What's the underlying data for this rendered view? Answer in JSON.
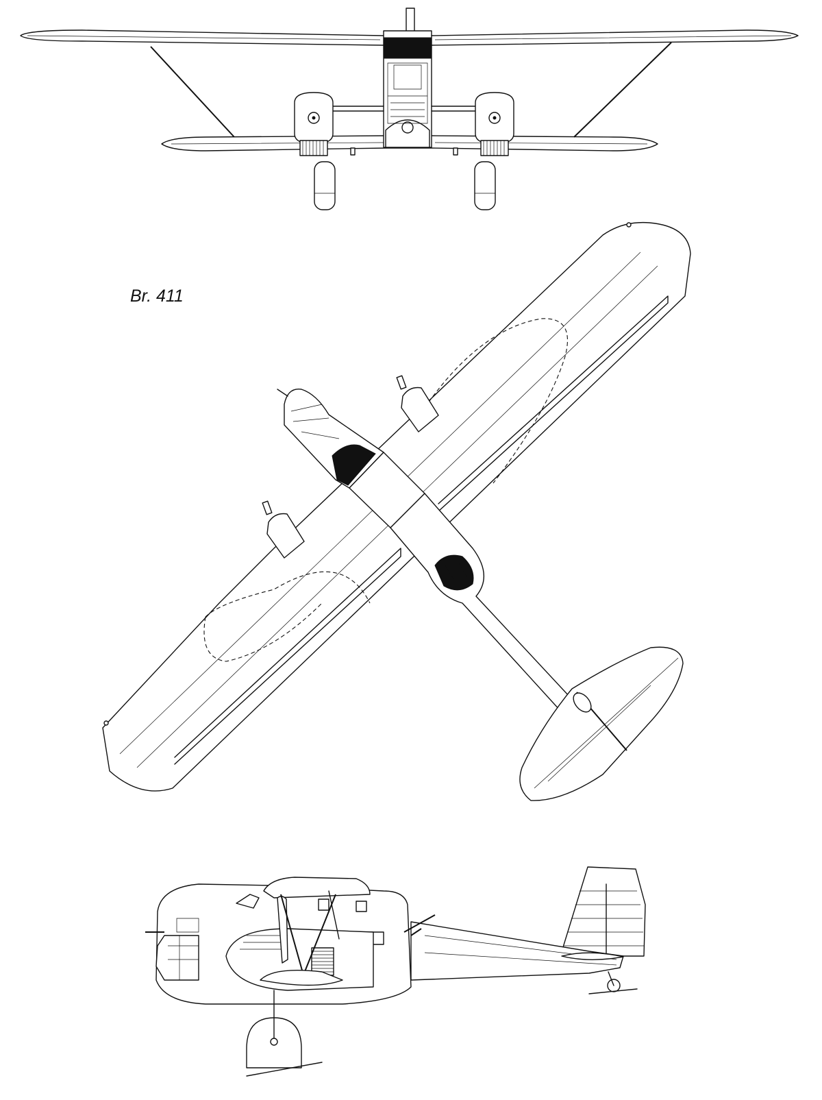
{
  "caption": {
    "designation": "Br. 411"
  },
  "colors": {
    "ink": "#111111",
    "paper": "#ffffff"
  },
  "views": [
    {
      "key": "front",
      "icon": "aircraft-front-view-icon"
    },
    {
      "key": "top",
      "icon": "aircraft-top-view-icon"
    },
    {
      "key": "side",
      "icon": "aircraft-side-view-icon"
    }
  ]
}
